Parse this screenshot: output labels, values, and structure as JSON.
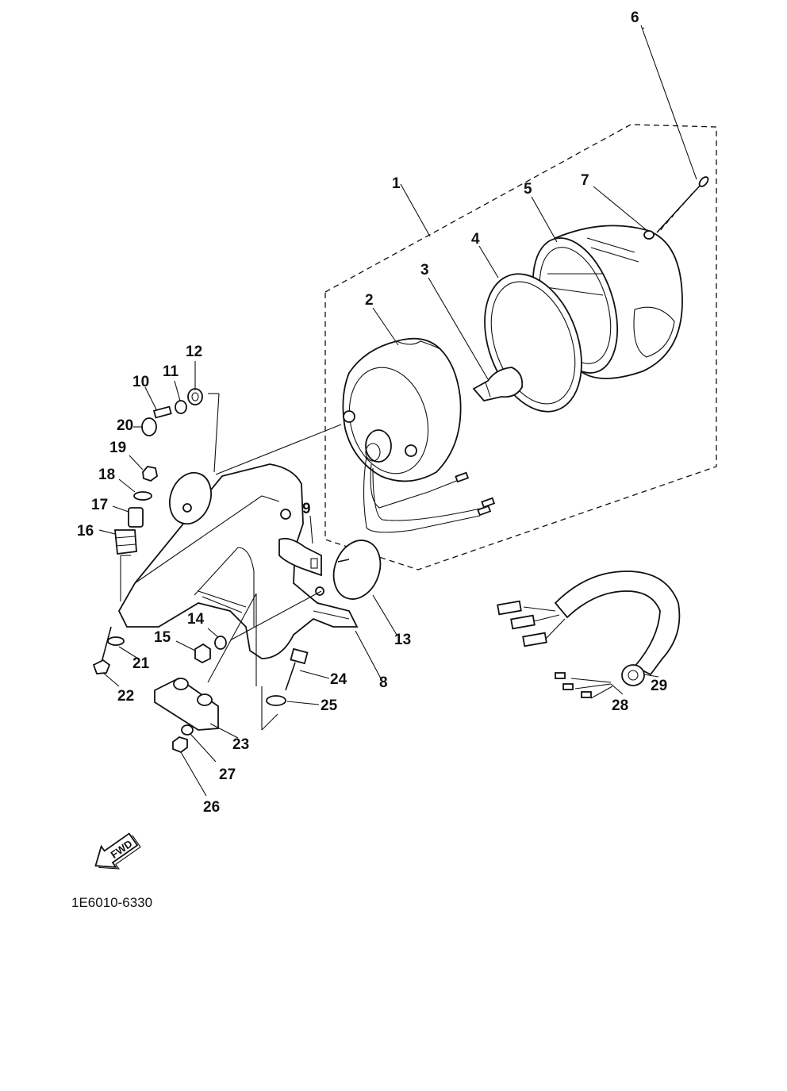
{
  "diagram": {
    "drawing_code": "1E6010-6330",
    "fwd_label": "FWD",
    "callouts": [
      "1",
      "2",
      "3",
      "4",
      "5",
      "6",
      "7",
      "8",
      "9",
      "10",
      "11",
      "12",
      "13",
      "14",
      "15",
      "16",
      "17",
      "18",
      "19",
      "20",
      "21",
      "22",
      "23",
      "24",
      "25",
      "26",
      "27",
      "28",
      "29"
    ]
  }
}
